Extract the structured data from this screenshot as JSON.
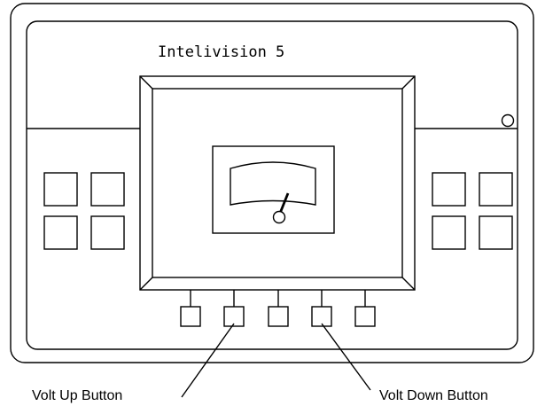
{
  "device": {
    "title": "Intelivision 5"
  },
  "callouts": {
    "volt_up": "Volt Up Button",
    "volt_down": "Volt Down Button"
  },
  "colors": {
    "stroke": "#000000",
    "background": "#ffffff"
  },
  "icons": {
    "indicator": "indicator-led-icon",
    "gauge": "analog-voltmeter-icon"
  }
}
